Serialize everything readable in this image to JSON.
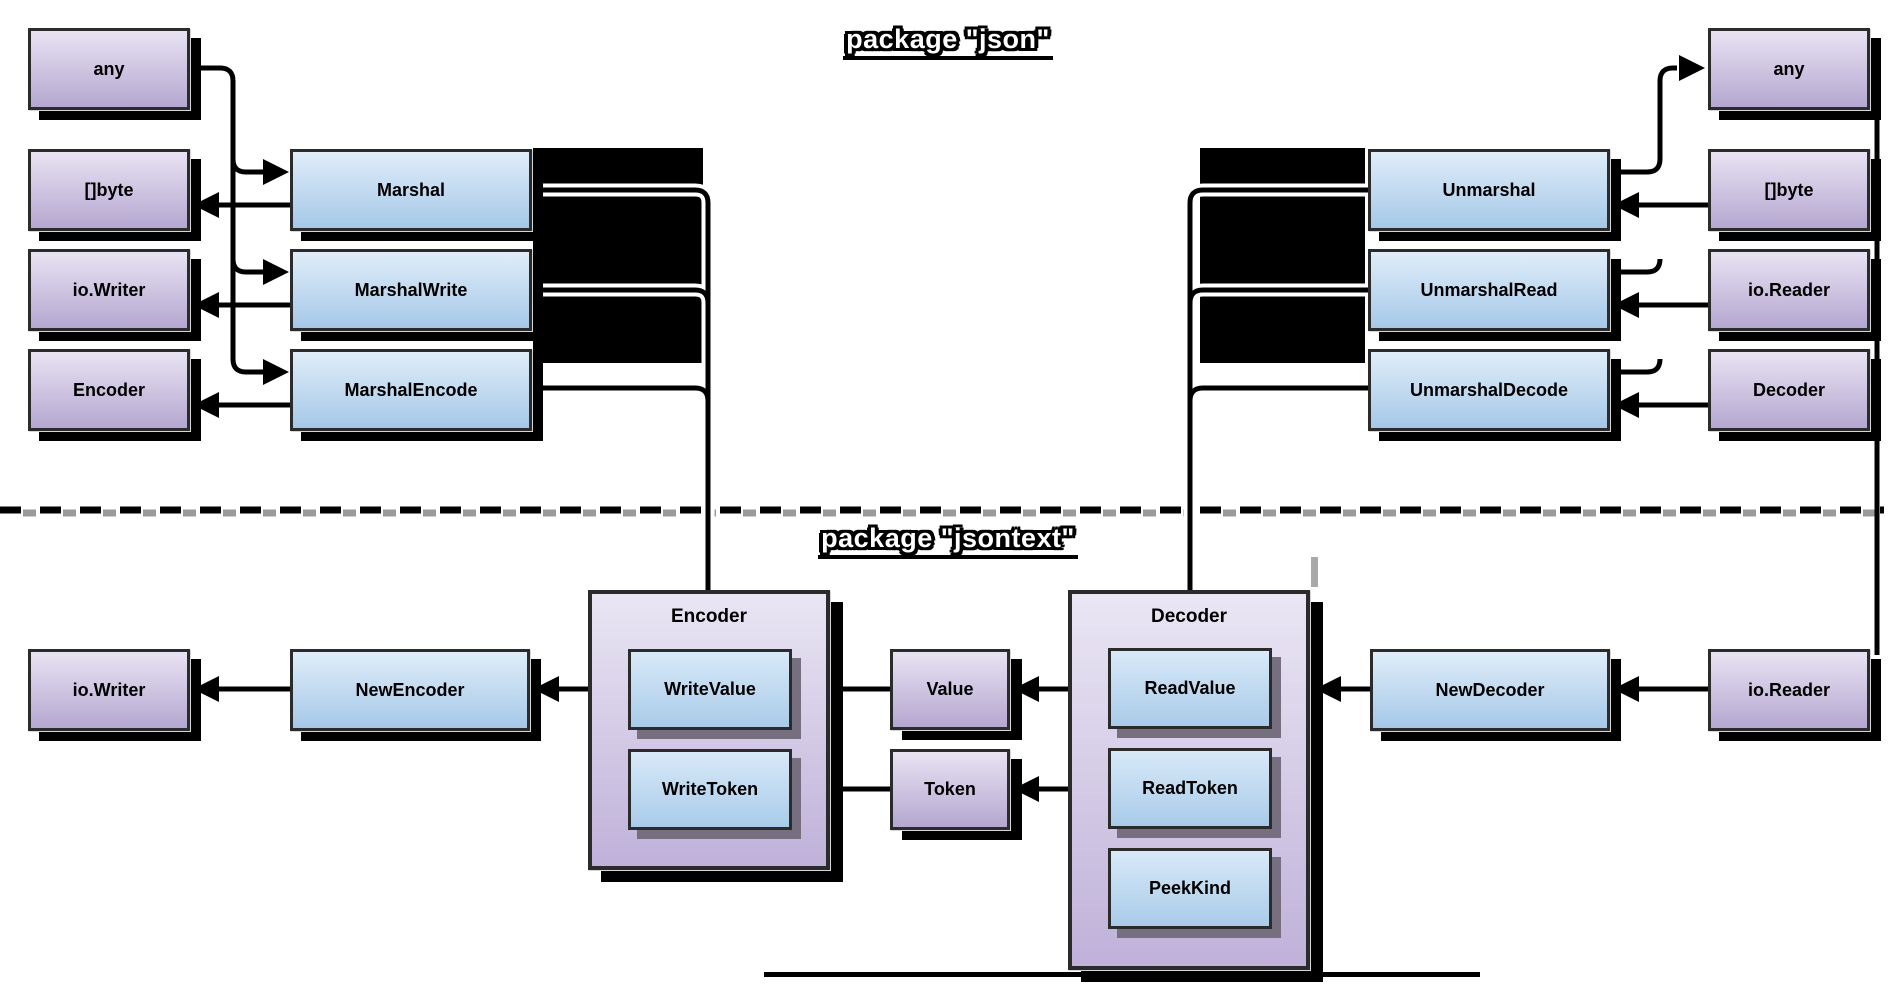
{
  "package_json": {
    "title": "package \"json\"",
    "input_types_left": [
      "any",
      "[]byte",
      "io.Writer",
      "Encoder"
    ],
    "marshal_functions": [
      "Marshal",
      "MarshalWrite",
      "MarshalEncode"
    ],
    "unmarshal_functions": [
      "Unmarshal",
      "UnmarshalRead",
      "UnmarshalDecode"
    ],
    "input_types_right": [
      "any",
      "[]byte",
      "io.Reader",
      "Decoder"
    ]
  },
  "package_jsontext": {
    "title": "package \"jsontext\"",
    "io_writer": "io.Writer",
    "new_encoder": "NewEncoder",
    "encoder": {
      "title": "Encoder",
      "methods": [
        "WriteValue",
        "WriteToken"
      ]
    },
    "value": "Value",
    "token": "Token",
    "decoder": {
      "title": "Decoder",
      "methods": [
        "ReadValue",
        "ReadToken",
        "PeekKind"
      ]
    },
    "new_decoder": "NewDecoder",
    "io_reader": "io.Reader"
  },
  "colors": {
    "type_box_top": "#e8e3f3",
    "type_box_bottom": "#b5a7d0",
    "func_box_top": "#e0edf9",
    "func_box_bottom": "#a5c8e8",
    "container_top": "#eae6f4",
    "container_bottom": "#bfb1d9",
    "border": "#2b2b2b",
    "shadow": "#000000",
    "separator_gray": "#9a9a9a"
  }
}
